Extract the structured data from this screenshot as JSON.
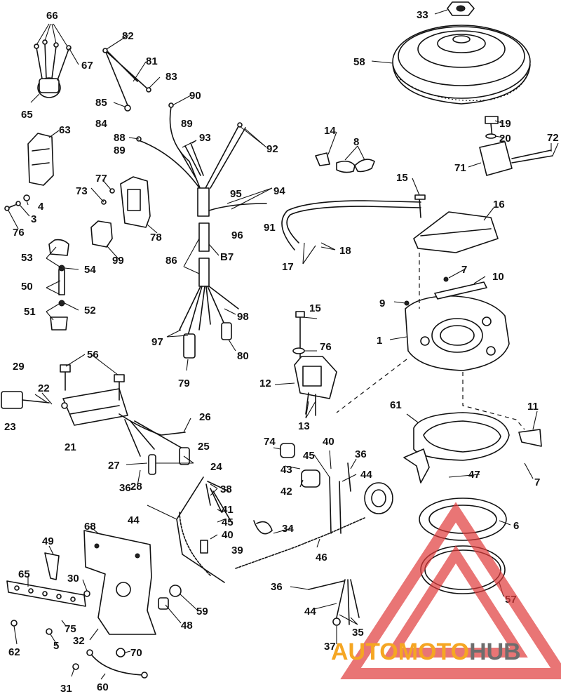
{
  "diagram": {
    "callouts": [
      "1",
      "3",
      "4",
      "5",
      "6",
      "7",
      "7",
      "8",
      "9",
      "10",
      "11",
      "12",
      "13",
      "14",
      "15",
      "15",
      "16",
      "17",
      "18",
      "19",
      "20",
      "21",
      "22",
      "23",
      "24",
      "25",
      "26",
      "27",
      "28",
      "29",
      "30",
      "31",
      "32",
      "33",
      "34",
      "35",
      "36",
      "36",
      "36",
      "37",
      "38",
      "39",
      "40",
      "40",
      "41",
      "42",
      "43",
      "44",
      "44",
      "44",
      "45",
      "45",
      "46",
      "47",
      "48",
      "49",
      "50",
      "51",
      "52",
      "53",
      "54",
      "56",
      "57",
      "58",
      "59",
      "60",
      "61",
      "62",
      "63",
      "65",
      "65",
      "66",
      "67",
      "68",
      "70",
      "71",
      "72",
      "73",
      "74",
      "75",
      "76",
      "76",
      "77",
      "78",
      "79",
      "80",
      "81",
      "82",
      "83",
      "84",
      "85",
      "86",
      "B7",
      "88",
      "89",
      "89",
      "90",
      "91",
      "92",
      "93",
      "94",
      "95",
      "96",
      "97",
      "98",
      "99"
    ]
  },
  "watermark": {
    "part1": "AUTOMOTO",
    "part2": "HUB",
    "color_part1": "#f5a623",
    "color_part2": "#6d6d6d",
    "triangle_color": "#e03a3a"
  }
}
